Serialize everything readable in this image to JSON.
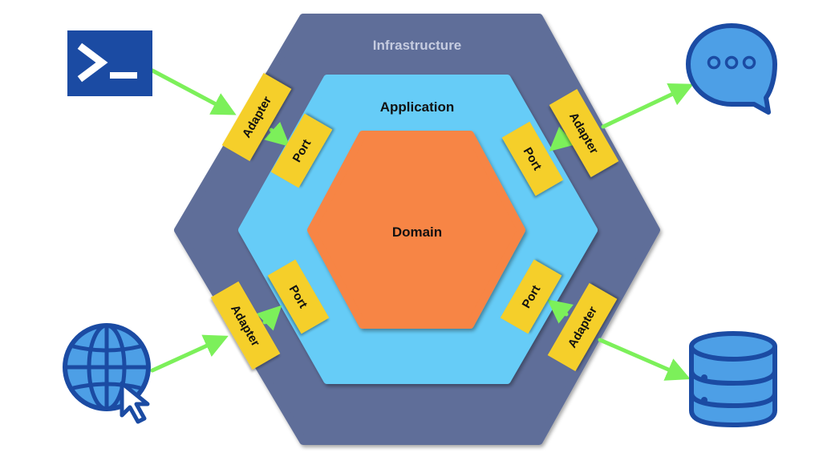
{
  "layers": {
    "infrastructure": {
      "label": "Infrastructure",
      "color": "#5f6e99"
    },
    "application": {
      "label": "Application",
      "color": "#66ccf7"
    },
    "domain": {
      "label": "Domain",
      "color": "#f78544"
    }
  },
  "tags": {
    "adapter_label": "Adapter",
    "port_label": "Port",
    "color": "#f5cf29"
  },
  "arrow_color": "#7cf05a",
  "icons": {
    "terminal": "terminal-icon",
    "chat": "chat-bubble-icon",
    "web": "globe-cursor-icon",
    "database": "database-icon",
    "primary_color": "#1b4ba3",
    "secondary_color": "#4d9fe6"
  }
}
